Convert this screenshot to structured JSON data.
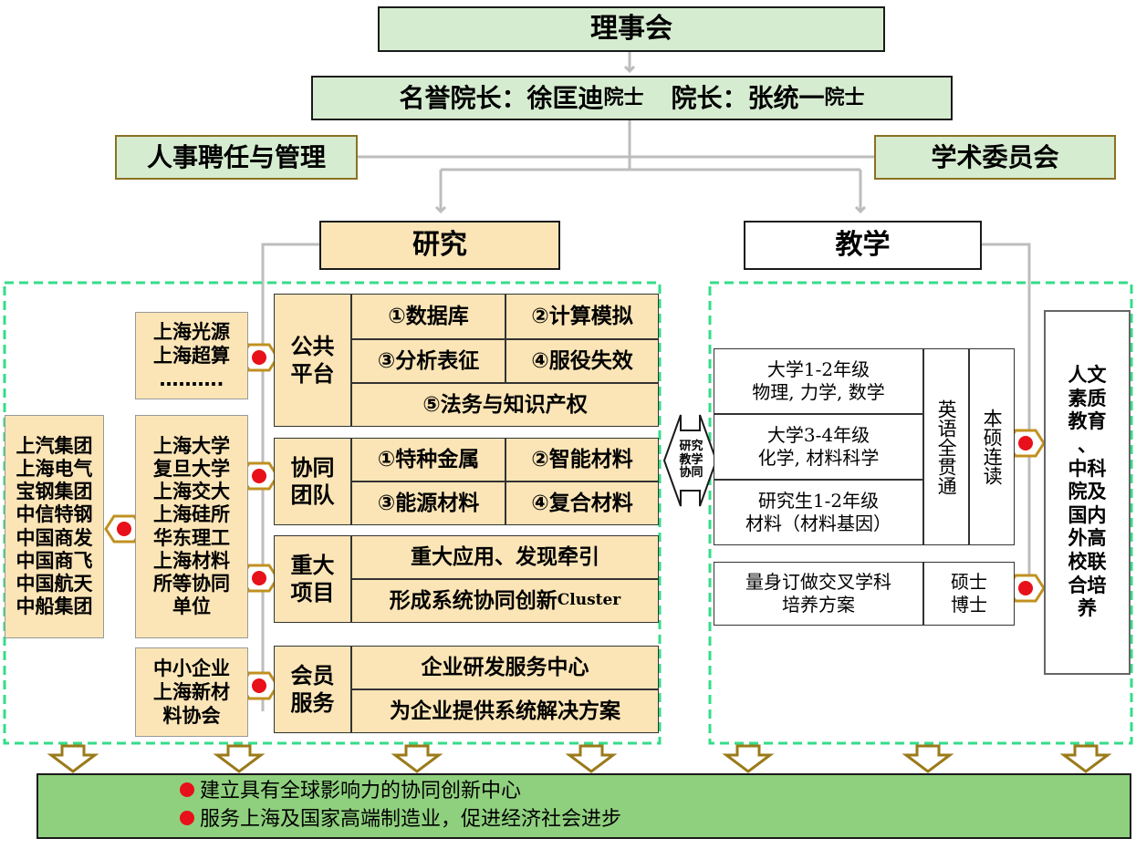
{
  "top": {
    "council": "理事会",
    "leaders": {
      "honorary_label": "名誉院长：徐匡迪",
      "title1": "院士",
      "president_label": "院长：张统一",
      "title2": "院士"
    },
    "hr": "人事聘任与管理",
    "academic": "学术委员会"
  },
  "research": {
    "title": "研究",
    "public": {
      "label": "公共\n平台",
      "items": [
        "①数据库",
        "②计算模拟",
        "③分析表征",
        "④服役失效",
        "⑤法务与知识产权"
      ]
    },
    "team": {
      "label": "协同\n团队",
      "items": [
        "①特种金属",
        "②智能材料",
        "③能源材料",
        "④复合材料"
      ]
    },
    "major": {
      "label": "重大\n项目",
      "item1": "重大应用、发现牵引",
      "item2_main": "形成系统协同创新",
      "item2_suffix": "Cluster"
    },
    "member": {
      "label": "会员\n服务",
      "items": [
        "企业研发服务中心",
        "为企业提供系统解决方案"
      ]
    }
  },
  "partners": {
    "light": "上海光源\n上海超算\n……….",
    "universities": "上海大学\n复旦大学\n上海交大\n上海硅所\n华东理工\n上海材料\n所等协同\n单位",
    "companies": "上汽集团\n上海电气\n宝钢集团\n中信特钢\n中国商发\n中国商飞\n中国航天\n中船集团",
    "sme": "中小企业\n上海新材\n料协会"
  },
  "collab": "研究\n教学\n协同",
  "teaching": {
    "title": "教学",
    "rows": [
      "大学1-2年级\n物理, 力学, 数学",
      "大学3-4年级\n化学, 材料科学",
      "研究生1-2年级\n材料（材料基因）"
    ],
    "english": "英语全贯通",
    "bachelor_master": "本硕连读",
    "custom": "量身订做交叉学科\n培养方案",
    "degree": "硕士\n博士",
    "humanities": "人文\n素质\n教育\n、\n中科\n院及\n国内\n外高\n校联\n合培\n养"
  },
  "goals": [
    "建立具有全球影响力的协同创新中心",
    "服务上海及国家高端制造业，促进经济社会进步"
  ],
  "colors": {
    "green_box": "#d6ecd0",
    "tan_box": "#fbe5b6",
    "bottom_bar": "#8fd07e",
    "dashed": "#33dd88",
    "diamond": "#c09020",
    "dot": "#e8101a",
    "gray_line": "#bdbdbd"
  }
}
